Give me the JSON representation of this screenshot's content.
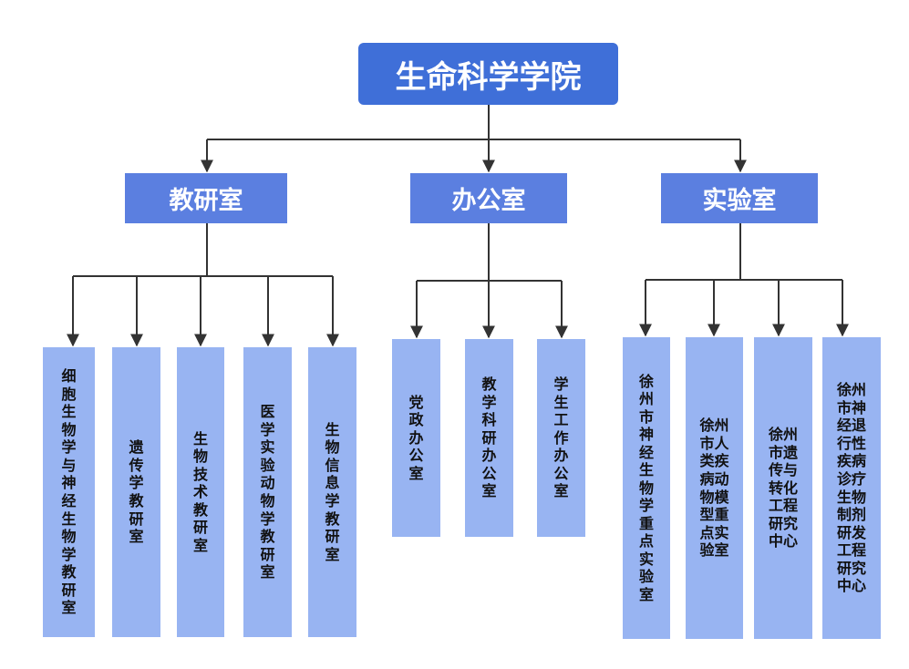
{
  "root": {
    "label": "生命科学学院"
  },
  "departments": [
    {
      "label": "教研室",
      "children": [
        "细胞生物学与神经生物学教研室",
        "遗传学教研室",
        "生物技术教研室",
        "医学实验动物学教研室",
        "生物信息学教研室"
      ]
    },
    {
      "label": "办公室",
      "children": [
        "党政办公室",
        "教学科研办公室",
        "学生工作办公室"
      ]
    },
    {
      "label": "实验室",
      "children": [
        "徐州市神经生物学重点实验室",
        "徐州市人类疾病动物模型重点实验室",
        "徐州市遗传与转化工程研究中心",
        "徐州市神经退行性疾病诊疗生物制剂研发工程研究中心"
      ]
    }
  ],
  "colors": {
    "root": "#3f6fd8",
    "department": "#5b7fe0",
    "leaf": "#98b4f2",
    "line": "#333333"
  }
}
